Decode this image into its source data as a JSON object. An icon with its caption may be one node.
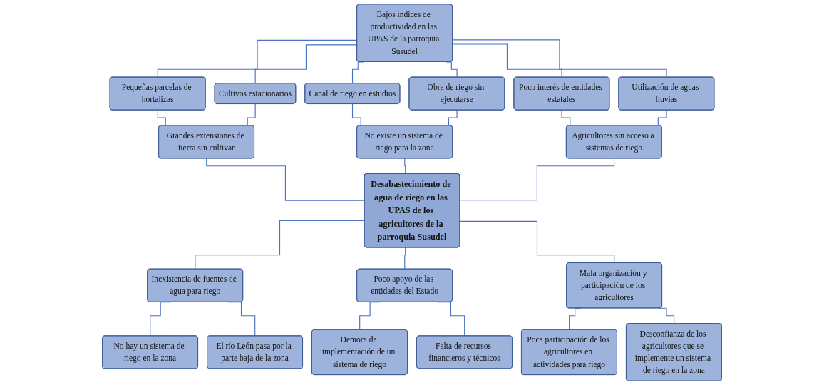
{
  "diagram": {
    "nodes": [
      {
        "text": [
          "Bajos índices de productividad en las UPAS de la parroquia Susudel"
        ]
      },
      {
        "text": [
          "Pequeñas parcelas de hortalizas"
        ]
      },
      {
        "text": [
          "Cultivos estacionarios"
        ]
      },
      {
        "text": [
          "Canal de riego en estudios"
        ]
      },
      {
        "text": [
          "Obra de riego sin ejecutarse"
        ]
      },
      {
        "text": [
          "Poco interés de entidades estatales"
        ]
      },
      {
        "text": [
          "Utilización de aguas lluvias"
        ]
      },
      {
        "text": [
          "Grandes extensiones de tierra sin cultivar"
        ]
      },
      {
        "text": [
          "No existe un sistema de riego para la zona"
        ]
      },
      {
        "text": [
          "Agricultores sin acceso a sistemas de riego"
        ]
      },
      {
        "text": [
          "Desabastecimiento de agua de riego en las UPAS de los agricultores de la parroquia Susudel"
        ]
      },
      {
        "text": [
          "Inexistencia de fuentes de agua para riego"
        ]
      },
      {
        "text": [
          "Poco apoyo de las entidades del Estado"
        ]
      },
      {
        "text": [
          "Mala organización y participación de los agricultores"
        ]
      },
      {
        "text": [
          "No hay un sistema de riego en la zona"
        ]
      },
      {
        "text": [
          "El río León pasa por la parte baja de la zona"
        ]
      },
      {
        "text": [
          "Demora de implementación de un sistema de riego"
        ]
      },
      {
        "text": [
          "Falta de recursos financieros y técnicos"
        ]
      },
      {
        "text": [
          "Poca participación de los agricultores en actividades para riego"
        ]
      },
      {
        "text": [
          "Desconfianza de los agricultores que se implemente un sistema de riego en la zona"
        ]
      }
    ],
    "edges": [
      {
        "from": 0,
        "to": 1,
        "arrow": "none"
      },
      {
        "from": 0,
        "to": 2,
        "arrow": "none"
      },
      {
        "from": 0,
        "to": 3,
        "arrow": "none"
      },
      {
        "from": 0,
        "to": 4,
        "arrow": "none"
      },
      {
        "from": 0,
        "to": 5,
        "arrow": "none"
      },
      {
        "from": 0,
        "to": 6,
        "arrow": "none"
      },
      {
        "from": 1,
        "to": 7,
        "arrow": "none"
      },
      {
        "from": 2,
        "to": 7,
        "arrow": "none"
      },
      {
        "from": 3,
        "to": 8,
        "arrow": "none"
      },
      {
        "from": 4,
        "to": 8,
        "arrow": "none"
      },
      {
        "from": 5,
        "to": 9,
        "arrow": "none"
      },
      {
        "from": 6,
        "to": 9,
        "arrow": "none"
      },
      {
        "from": 7,
        "to": 10,
        "arrow": "none"
      },
      {
        "from": 8,
        "to": 10,
        "arrow": "none"
      },
      {
        "from": 9,
        "to": 10,
        "arrow": "none"
      },
      {
        "from": 10,
        "to": 11,
        "arrow": "none"
      },
      {
        "from": 10,
        "to": 12,
        "arrow": "none"
      },
      {
        "from": 10,
        "to": 13,
        "arrow": "none"
      },
      {
        "from": 11,
        "to": 14,
        "arrow": "none"
      },
      {
        "from": 11,
        "to": 15,
        "arrow": "none"
      },
      {
        "from": 12,
        "to": 16,
        "arrow": "none"
      },
      {
        "from": 12,
        "to": 17,
        "arrow": "none"
      },
      {
        "from": 13,
        "to": 18,
        "arrow": "none"
      },
      {
        "from": 13,
        "to": 19,
        "arrow": "none"
      }
    ]
  }
}
